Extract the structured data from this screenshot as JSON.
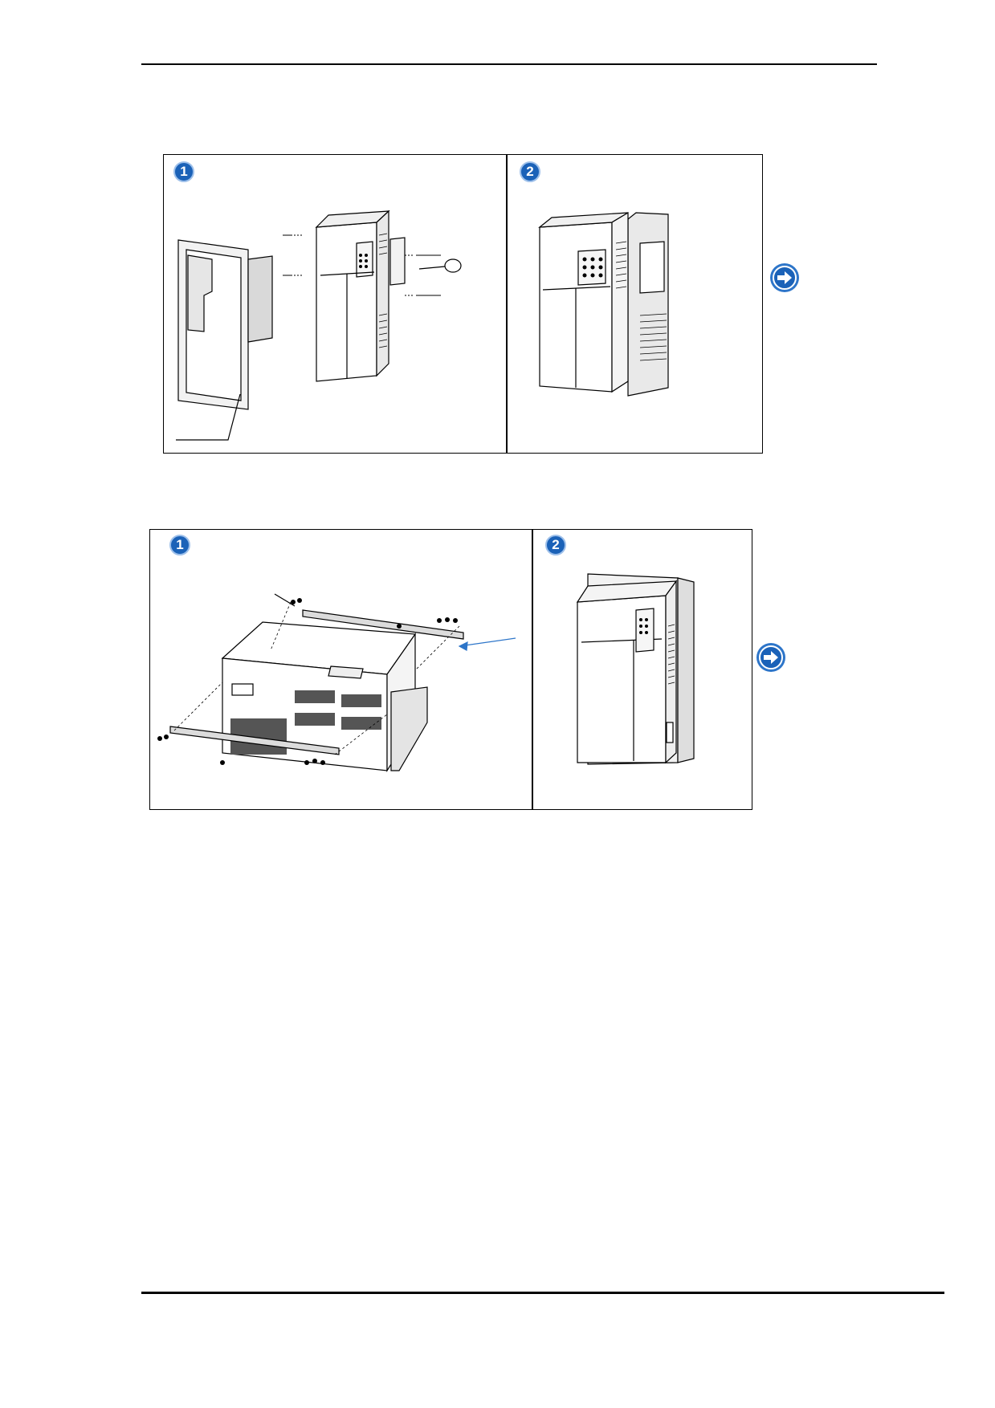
{
  "page": {
    "figure_1": {
      "step_1_badge": "1",
      "step_2_badge": "2"
    },
    "figure_2": {
      "step_1_badge": "1",
      "step_2_badge": "2"
    },
    "icons": {
      "next_step": "arrow-right-circle-icon",
      "step_badge": "numbered-circle-icon"
    },
    "colors": {
      "accent": "#1b62b8",
      "arrow": "#2d75c9"
    }
  }
}
